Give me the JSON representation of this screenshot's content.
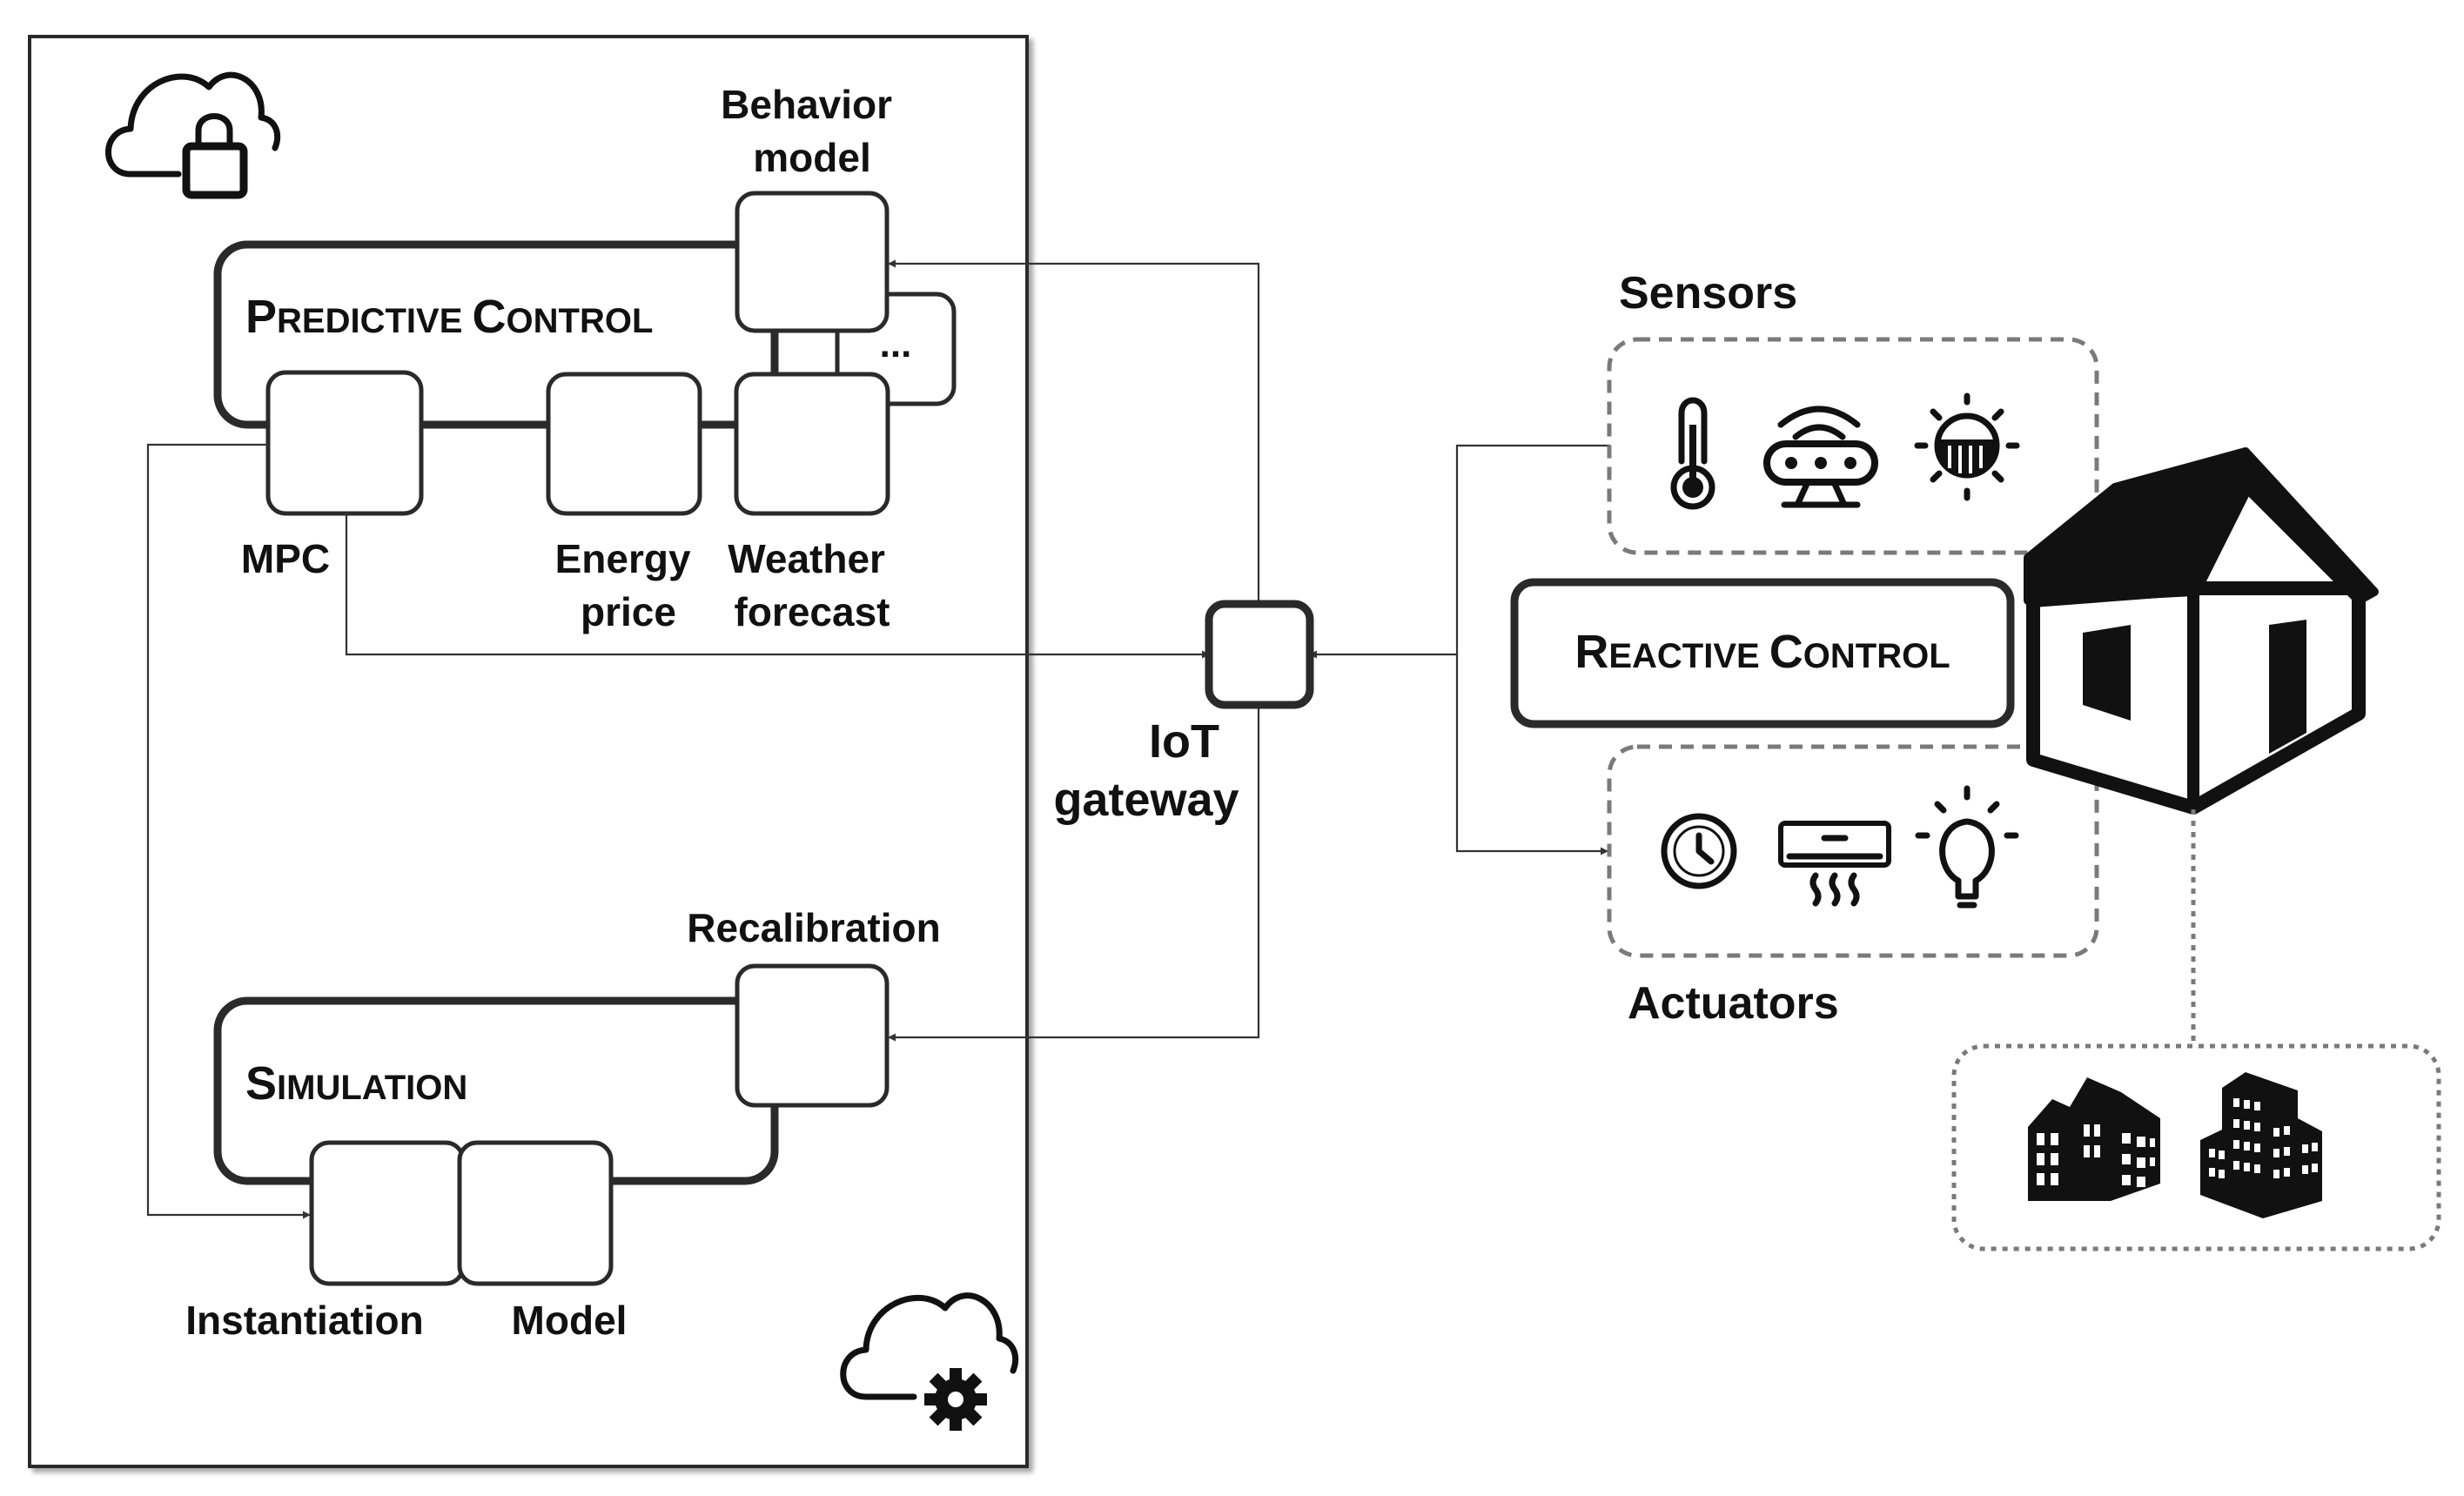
{
  "cloud_panel": {
    "predictive_control": {
      "cap1": "P",
      "rest1": "REDICTIVE ",
      "cap2": "C",
      "rest2": "ONTROL"
    },
    "simulation": {
      "cap1": "S",
      "rest1": "IMULATION"
    },
    "behavior_model": [
      "Behavior",
      "model"
    ],
    "ellipsis": "...",
    "mpc": "MPC",
    "energy_price": [
      "Energy",
      "price"
    ],
    "weather_forecast": [
      "Weather",
      "forecast"
    ],
    "recalibration": "Recalibration",
    "instantiation": "Instantiation",
    "model": "Model",
    "icons": [
      "cloud-lock-icon",
      "cloud-gear-icon"
    ]
  },
  "iot_gateway": [
    "IoT",
    "gateway"
  ],
  "building_side": {
    "sensors_title": "Sensors",
    "actuators_title": "Actuators",
    "reactive_control": {
      "cap1": "R",
      "rest1": "EACTIVE ",
      "cap2": "C",
      "rest2": "ONTROL"
    },
    "sensor_icons": [
      "thermometer-icon",
      "presence-sensor-icon",
      "light-sensor-icon"
    ],
    "actuator_icons": [
      "thermostat-dial-icon",
      "air-conditioner-icon",
      "light-bulb-icon"
    ],
    "building_icons": [
      "house-icon",
      "apartment-building-icon",
      "office-building-icon"
    ]
  }
}
